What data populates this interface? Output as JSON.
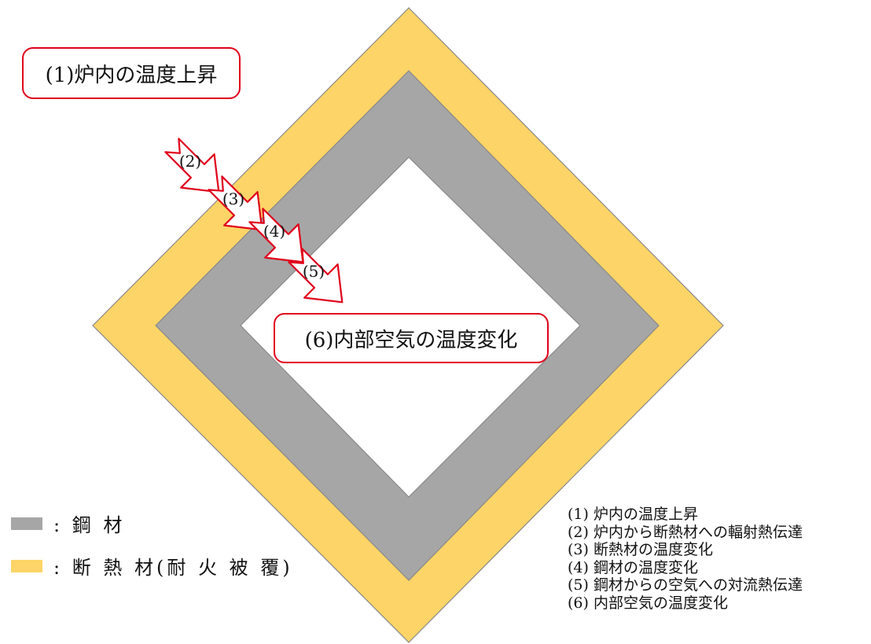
{
  "colors": {
    "insulation": "#fcd467",
    "steel": "#a6a6a6",
    "arrow_border": "#e0001a"
  },
  "callouts": {
    "furnace": "(1)炉内の温度上昇",
    "inner_air": "(6)内部空気の温度変化"
  },
  "arrows": [
    {
      "id": "2",
      "label": "(2)"
    },
    {
      "id": "3",
      "label": "(3)"
    },
    {
      "id": "4",
      "label": "(4)"
    },
    {
      "id": "5",
      "label": "(5)"
    }
  ],
  "legend": {
    "steel": ": 鋼 材",
    "insulation": ": 断 熱 材(耐 火 被 覆)"
  },
  "steps": [
    "(1) 炉内の温度上昇",
    "(2) 炉内から断熱材への輻射熱伝達",
    "(3) 断熱材の温度変化",
    "(4) 鋼材の温度変化",
    "(5) 鋼材からの空気への対流熱伝達",
    "(6) 内部空気の温度変化"
  ]
}
